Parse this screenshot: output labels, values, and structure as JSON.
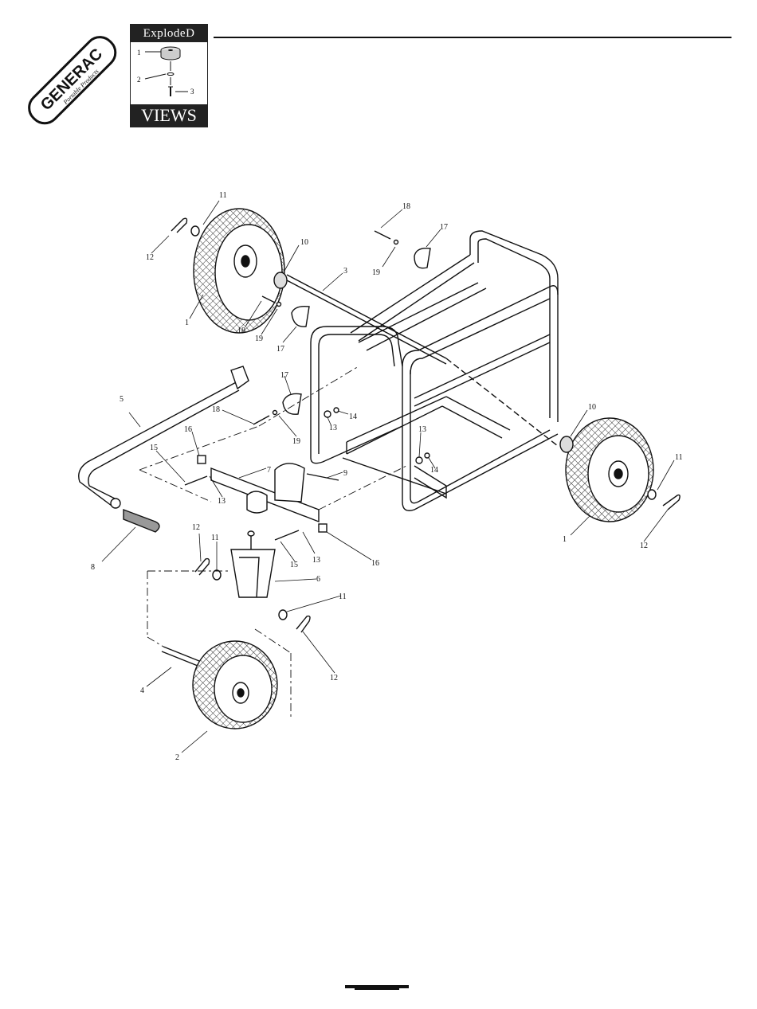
{
  "logo": {
    "brand": "GENERAC",
    "tagline": "Portable Products"
  },
  "exploded_views_badge": {
    "top_label": "ExplodeD",
    "bottom_label": "VIEWS",
    "callouts": [
      "1",
      "2",
      "3"
    ]
  },
  "callouts": {
    "c1a": "1",
    "c1b": "1",
    "c2": "2",
    "c3": "3",
    "c4": "4",
    "c5": "5",
    "c6": "6",
    "c7": "7",
    "c8": "8",
    "c9": "9",
    "c10a": "10",
    "c10b": "10",
    "c11a": "11",
    "c11b": "11",
    "c11c": "11",
    "c11d": "11",
    "c12a": "12",
    "c12b": "12",
    "c12c": "12",
    "c12d": "12",
    "c13a": "13",
    "c13b": "13",
    "c13c": "13",
    "c13d": "13",
    "c14a": "14",
    "c14b": "14",
    "c15a": "15",
    "c15b": "15",
    "c16a": "16",
    "c16b": "16",
    "c17a": "17",
    "c17b": "17",
    "c17c": "17",
    "c18a": "18",
    "c18b": "18",
    "c18c": "18",
    "c19a": "19",
    "c19b": "19",
    "c19c": "19"
  }
}
